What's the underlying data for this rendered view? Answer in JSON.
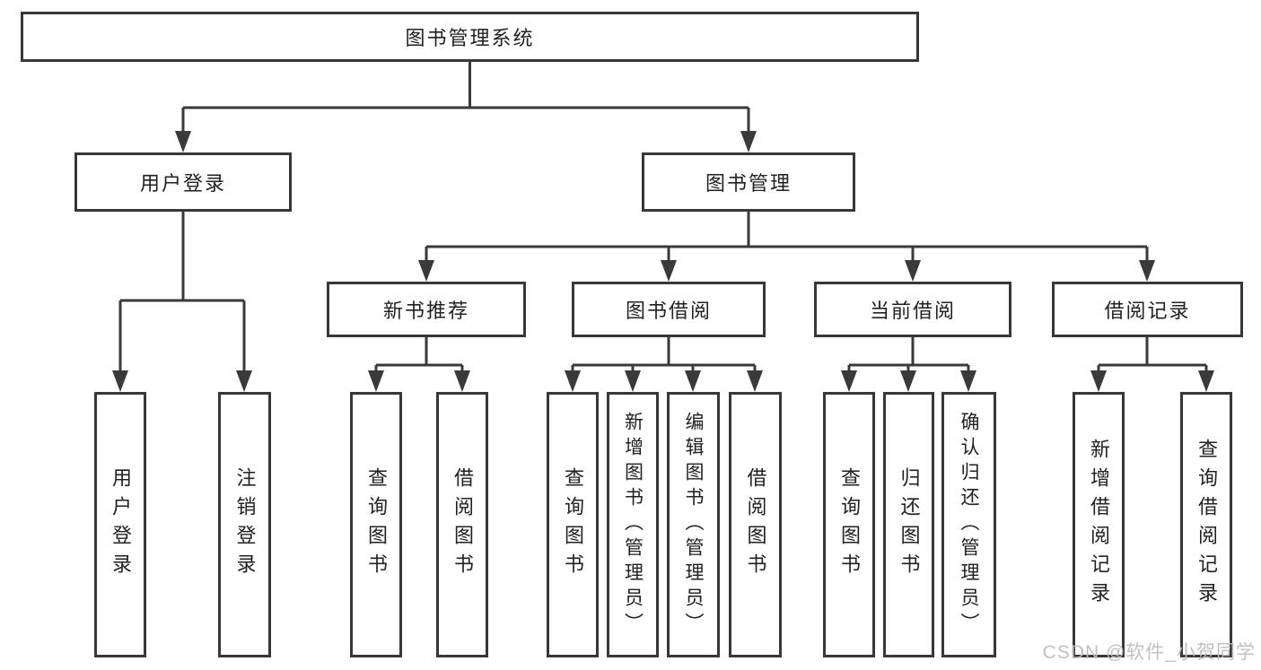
{
  "colors": {
    "line": "#3a3a3a",
    "box_border": "#383838",
    "text": "#212121",
    "watermark": "#bdbdbd",
    "background": "#ffffff"
  },
  "root": {
    "label": "图书管理系统"
  },
  "branches": {
    "user_login": {
      "label": "用户登录",
      "children": [
        "用户登录",
        "注销登录"
      ]
    },
    "book_management": {
      "label": "图书管理",
      "sections": {
        "new_book_recommendation": {
          "label": "新书推荐",
          "children": [
            "查询图书",
            "借阅图书"
          ]
        },
        "book_borrowing": {
          "label": "图书借阅",
          "children": [
            "查询图书",
            "新增图书（管理员）",
            "编辑图书（管理员）",
            "借阅图书"
          ]
        },
        "current_borrowing": {
          "label": "当前借阅",
          "children": [
            "查询图书",
            "归还图书",
            "确认归还（管理员）"
          ]
        },
        "borrowing_records": {
          "label": "借阅记录",
          "children": [
            "新增借阅记录",
            "查询借阅记录"
          ]
        }
      }
    }
  },
  "watermark": "CSDN @软件_小贺同学"
}
